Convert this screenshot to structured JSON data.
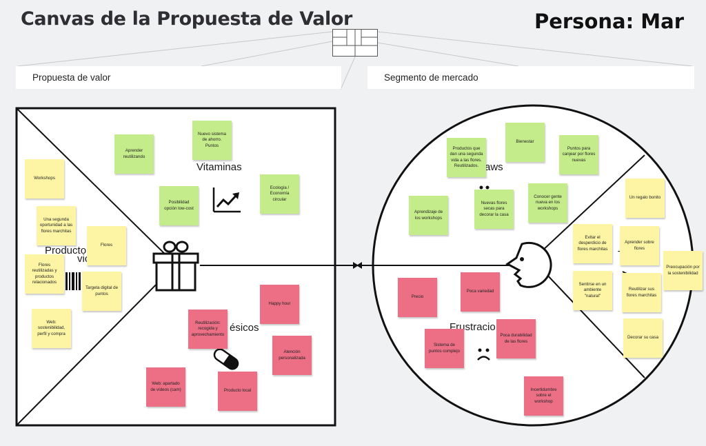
{
  "title": "Canvas de la Propuesta de Valor",
  "persona": "Persona: Mar",
  "headers": {
    "value_proposition": "Propuesta de valor",
    "market_segment": "Segmento de mercado"
  },
  "labels": {
    "vitaminas": "Vitaminas",
    "productos": "Producto",
    "productos_2": "vicios",
    "analgesicos": "ésicos",
    "gains": "aws",
    "frustraciones": "Frustracio",
    "tasks": "T"
  },
  "notes": {
    "vitaminas": [
      "Aprender reutilizando",
      "Nuevo sistema de ahorro. Puntos",
      "Posibilidad opción low-cost",
      "Ecología / Economía circular"
    ],
    "productos": [
      "Workshops",
      "Una segunda oportunidad a las flores marchitas",
      "Flores",
      "Flores reutilizadas y productos relacionados",
      "Targeta digital de puntos",
      "Web: sostenibilidad, perfil y compra"
    ],
    "analgesicos": [
      "Happy hour",
      "Reutilización: recogida y aprovechamiento",
      "Atención personalizada",
      "Web: apartado de vídeos (cam)",
      "Producto local"
    ],
    "gains": [
      "Productos que dan una segunda vida a las flores. Reutilizados.",
      "Bienestar",
      "Puntos para canjear por flores nuevas",
      "Aprendizaje de los workshops",
      "Nuevas flores secas para decorar la casa",
      "Conocer gente nueva en los workshops"
    ],
    "tasks": [
      "Un regalo bonito",
      "Evitar el desperdicio de flores marchitas",
      "Aprender sobre flores",
      "Preocupación por la sostenibilidad",
      "Sentirse en un ambiente \"natural\"",
      "Reutilizar sus flores marchitas",
      "Decorar su casa"
    ],
    "frustraciones": [
      "Precio",
      "Poca variedad",
      "Sistema de puntos complejo",
      "Poca durabilidad de las flores",
      "Incertidumbre sobre el workshop"
    ]
  },
  "icons": [
    "canvas-thumbnail-icon",
    "gift-icon",
    "trend-chart-icon",
    "pill-icon",
    "barcode-icon",
    "face-icon",
    "sad-face-icon",
    "smile-face-icon",
    "arrow-icon"
  ],
  "colors": {
    "green_note": "#c5ec8a",
    "yellow_note": "#fdf5a4",
    "pink_note": "#ec6f86"
  }
}
